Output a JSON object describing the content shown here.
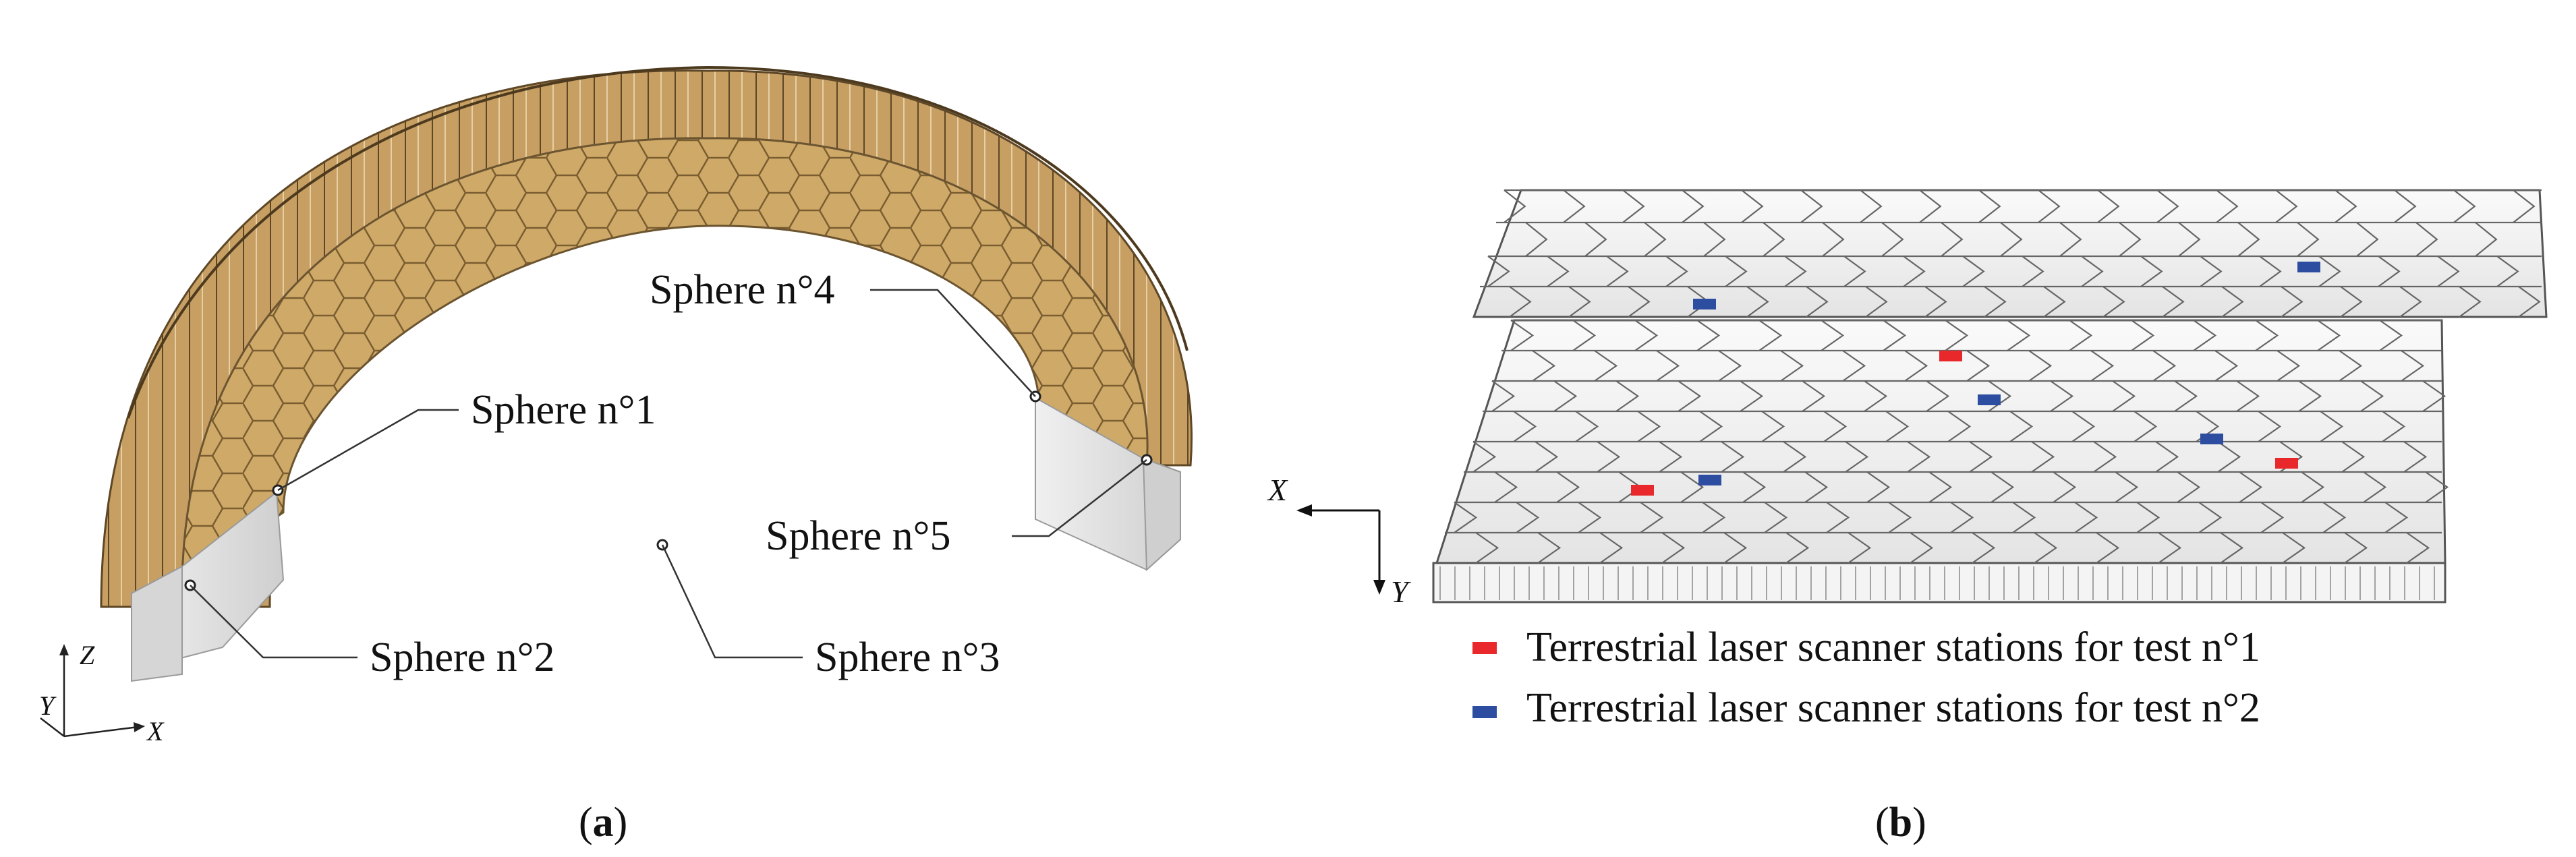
{
  "panel_a": {
    "spheres": [
      {
        "label": "Sphere n°1"
      },
      {
        "label": "Sphere n°2"
      },
      {
        "label": "Sphere n°3"
      },
      {
        "label": "Sphere n°4"
      },
      {
        "label": "Sphere n°5"
      }
    ],
    "axes": {
      "z": "Z",
      "y": "Y",
      "x": "X"
    },
    "caption_open": "(",
    "caption_letter": "a",
    "caption_close": ")"
  },
  "panel_b": {
    "axes": {
      "x": "X",
      "y": "Y"
    },
    "legend": [
      {
        "label": "Terrestrial laser scanner stations for test n°1",
        "color": "#e8282a"
      },
      {
        "label": "Terrestrial laser scanner stations for test n°2",
        "color": "#2d4ea0"
      }
    ],
    "caption_open": "(",
    "caption_letter": "b",
    "caption_close": ")"
  },
  "colors": {
    "arch_wood": "#c9a46a",
    "arch_shadow": "#8a6a3c",
    "support": "#e2e2e2",
    "test1": "#e8282a",
    "test2": "#2d4ea0"
  }
}
